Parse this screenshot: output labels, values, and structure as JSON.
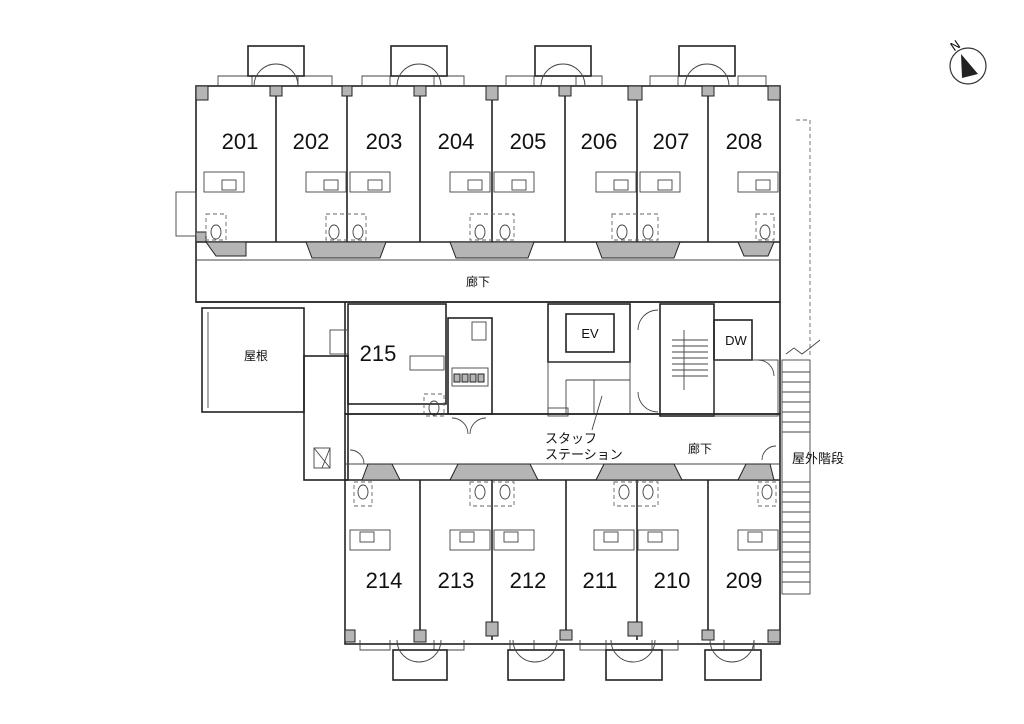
{
  "compass": {
    "label": "N"
  },
  "rooms_north": [
    "201",
    "202",
    "203",
    "204",
    "205",
    "206",
    "207",
    "208"
  ],
  "rooms_south": [
    "214",
    "213",
    "212",
    "211",
    "210",
    "209"
  ],
  "room_215": "215",
  "labels": {
    "corridor_upper": "廊下",
    "corridor_lower": "廊下",
    "roof": "屋根",
    "elevator": "EV",
    "dumbwaiter": "DW",
    "staff_station_line1": "スタッフ",
    "staff_station_line2": "ステーション",
    "outdoor_stairs": "屋外階段"
  }
}
